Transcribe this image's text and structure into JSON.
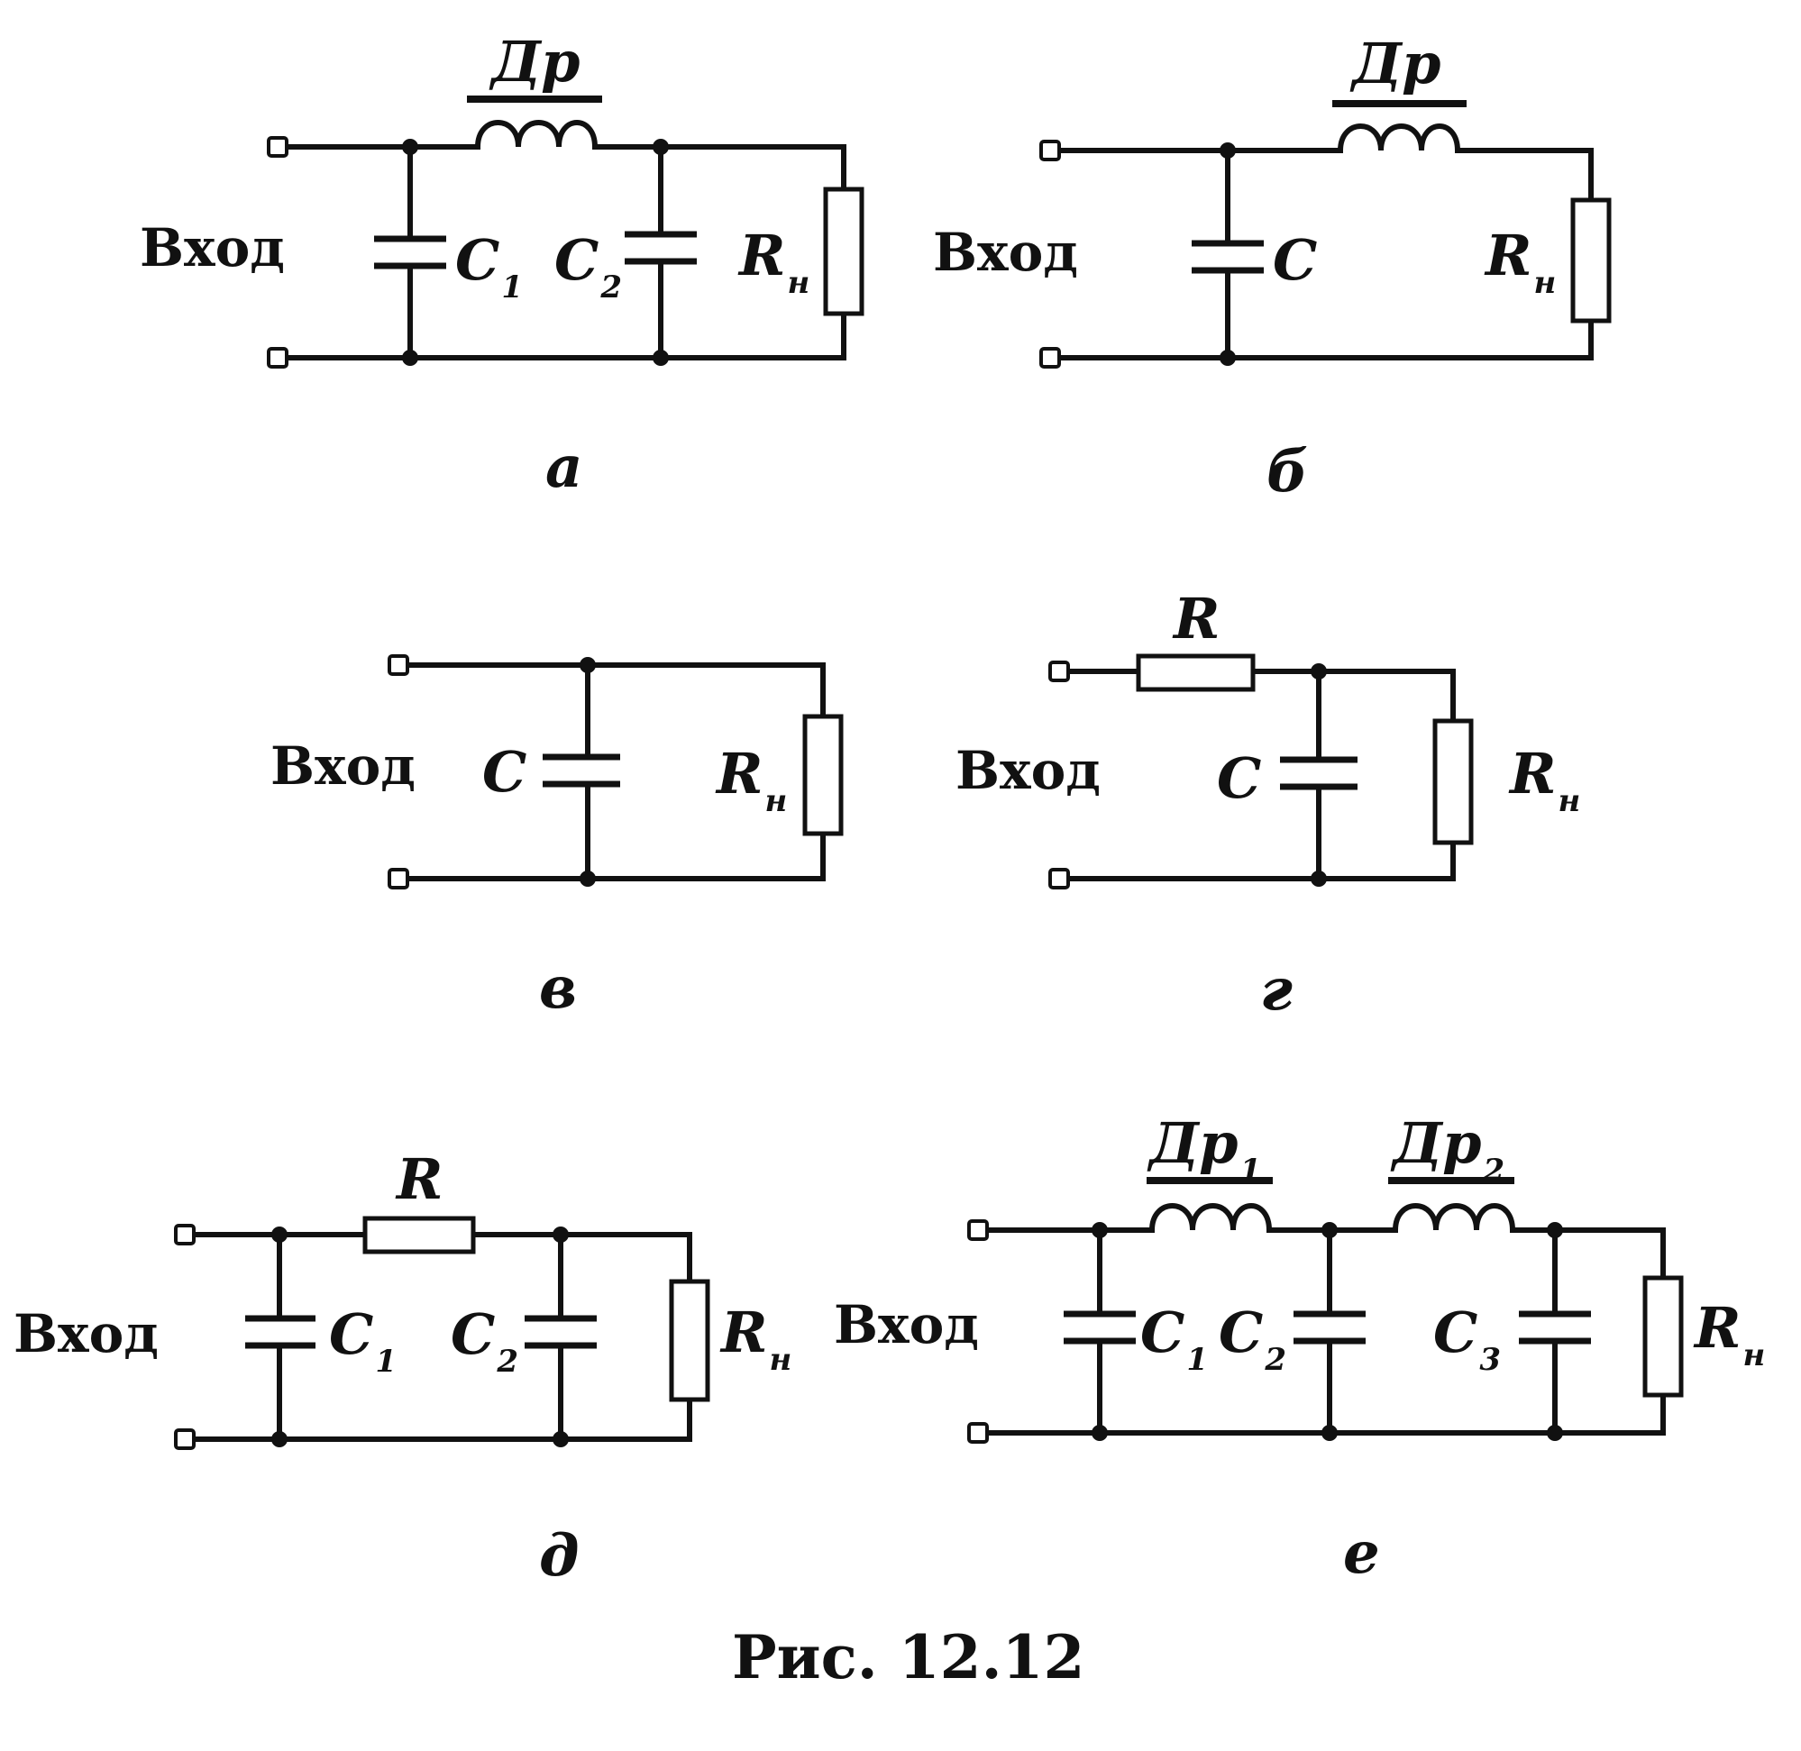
{
  "input_label": "Вход",
  "figure_caption": "Рис. 12.12",
  "labels": {
    "choke": "Др",
    "C": "C",
    "R": "R",
    "Rload": "R",
    "sub_load": "н",
    "sub_1": "1",
    "sub_2": "2",
    "sub_3": "3"
  },
  "panels": {
    "a": "а",
    "b": "б",
    "v": "в",
    "g": "г",
    "d": "д",
    "e": "е"
  }
}
